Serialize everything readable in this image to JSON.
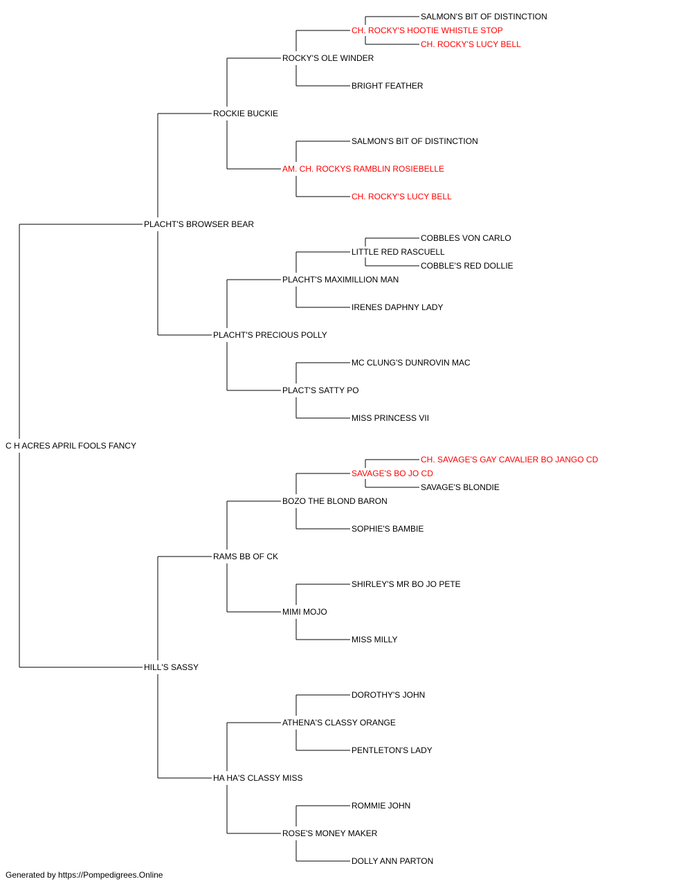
{
  "colors": {
    "normal": "#000000",
    "champion": "#ff0000",
    "line": "#000000"
  },
  "subject": {
    "name": "C H ACRES APRIL FOOLS FANCY",
    "champion": false
  },
  "generations": [
    [
      {
        "name": "PLACHT'S BROWSER BEAR",
        "champion": false
      },
      {
        "name": "HILL'S SASSY",
        "champion": false
      }
    ],
    [
      {
        "name": "ROCKIE BUCKIE",
        "champion": false
      },
      {
        "name": "PLACHT'S PRECIOUS POLLY",
        "champion": false
      },
      {
        "name": "RAMS BB OF CK",
        "champion": false
      },
      {
        "name": "HA HA'S CLASSY MISS",
        "champion": false
      }
    ],
    [
      {
        "name": "ROCKY'S OLE WINDER",
        "champion": false
      },
      {
        "name": "AM. CH. ROCKYS RAMBLIN ROSIEBELLE",
        "champion": true
      },
      {
        "name": "PLACHT'S MAXIMILLION MAN",
        "champion": false
      },
      {
        "name": "PLACT'S SATTY PO",
        "champion": false
      },
      {
        "name": "BOZO THE BLOND BARON",
        "champion": false
      },
      {
        "name": "MIMI MOJO",
        "champion": false
      },
      {
        "name": "ATHENA'S CLASSY ORANGE",
        "champion": false
      },
      {
        "name": "ROSE'S MONEY MAKER",
        "champion": false
      }
    ],
    [
      {
        "name": "CH. ROCKY'S HOOTIE WHISTLE STOP",
        "champion": true
      },
      {
        "name": "BRIGHT FEATHER",
        "champion": false
      },
      {
        "name": "SALMON'S BIT OF DISTINCTION",
        "champion": false
      },
      {
        "name": "CH. ROCKY'S LUCY BELL",
        "champion": true
      },
      {
        "name": "LITTLE RED RASCUELL",
        "champion": false
      },
      {
        "name": "IRENES DAPHNY LADY",
        "champion": false
      },
      {
        "name": "MC CLUNG'S DUNROVIN MAC",
        "champion": false
      },
      {
        "name": "MISS PRINCESS VII",
        "champion": false
      },
      {
        "name": "SAVAGE'S BO JO CD",
        "champion": true
      },
      {
        "name": "SOPHIE'S BAMBIE",
        "champion": false
      },
      {
        "name": "SHIRLEY'S MR BO JO PETE",
        "champion": false
      },
      {
        "name": "MISS MILLY",
        "champion": false
      },
      {
        "name": "DOROTHY'S JOHN",
        "champion": false
      },
      {
        "name": "PENTLETON'S LADY",
        "champion": false
      },
      {
        "name": "ROMMIE JOHN",
        "champion": false
      },
      {
        "name": "DOLLY ANN PARTON",
        "champion": false
      }
    ]
  ],
  "extended": [
    {
      "parent": 0,
      "sire": {
        "name": "SALMON'S BIT OF DISTINCTION",
        "champion": false
      },
      "dam": {
        "name": "CH. ROCKY'S LUCY BELL",
        "champion": true
      }
    },
    {
      "parent": 4,
      "sire": {
        "name": "COBBLES VON CARLO",
        "champion": false
      },
      "dam": {
        "name": "COBBLE'S RED DOLLIE",
        "champion": false
      }
    },
    {
      "parent": 8,
      "sire": {
        "name": "CH. SAVAGE'S GAY CAVALIER BO JANGO CD",
        "champion": true
      },
      "dam": {
        "name": "SAVAGE'S BLONDIE",
        "champion": false
      }
    }
  ],
  "footer": "Generated by https://Pompedigrees.Online"
}
